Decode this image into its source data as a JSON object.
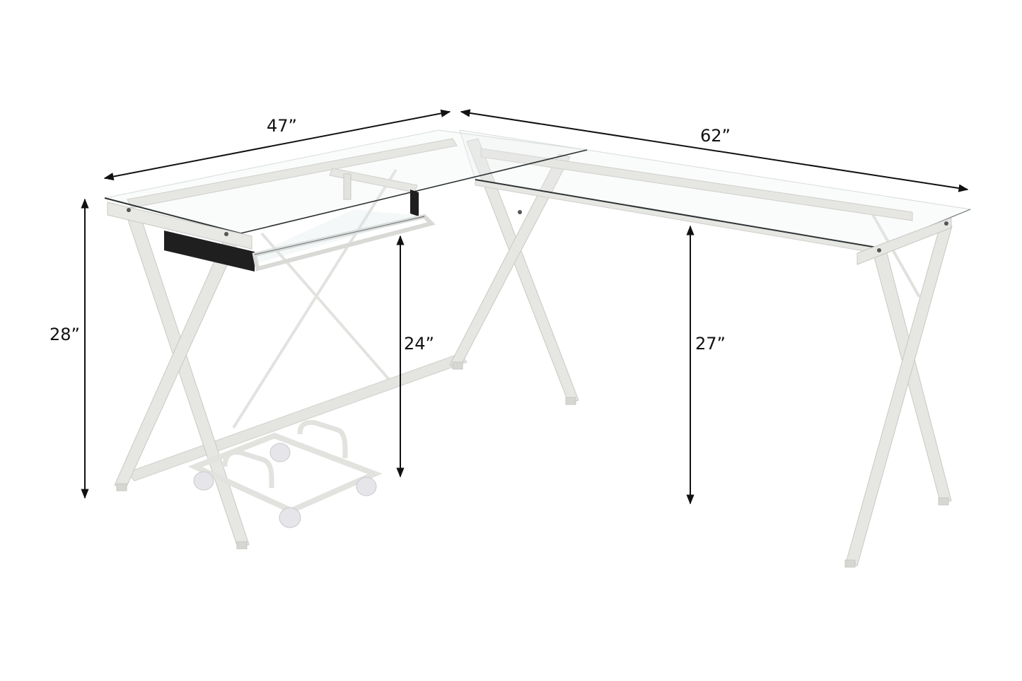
{
  "figure": {
    "subject": "L-shaped glass-top desk with white metal X-leg frame, keyboard tray and rolling CPU cart",
    "background": "#ffffff",
    "frame_color": "#e6e6e4",
    "frame_shadow": "#c9c9c6",
    "glass_edge_color": "#3a3f3f",
    "slide_color": "#1e1e1e",
    "arrow_color": "#111111"
  },
  "dimensions": {
    "left_width": {
      "label": "47”",
      "orientation": "diagonal",
      "meaning": "short wing length"
    },
    "right_width": {
      "label": "62”",
      "orientation": "diagonal",
      "meaning": "long wing length"
    },
    "overall_height": {
      "label": "28”",
      "orientation": "vertical",
      "meaning": "total height"
    },
    "tray_height": {
      "label": "24”",
      "orientation": "vertical",
      "meaning": "keyboard tray height from floor"
    },
    "desk_clearance": {
      "label": "27”",
      "orientation": "vertical",
      "meaning": "under-desk clearance"
    }
  },
  "components": [
    "glass-top-left",
    "glass-top-right",
    "x-leg-left",
    "x-leg-center",
    "x-leg-right",
    "keyboard-tray",
    "cpu-cart",
    "stretcher-bar"
  ]
}
